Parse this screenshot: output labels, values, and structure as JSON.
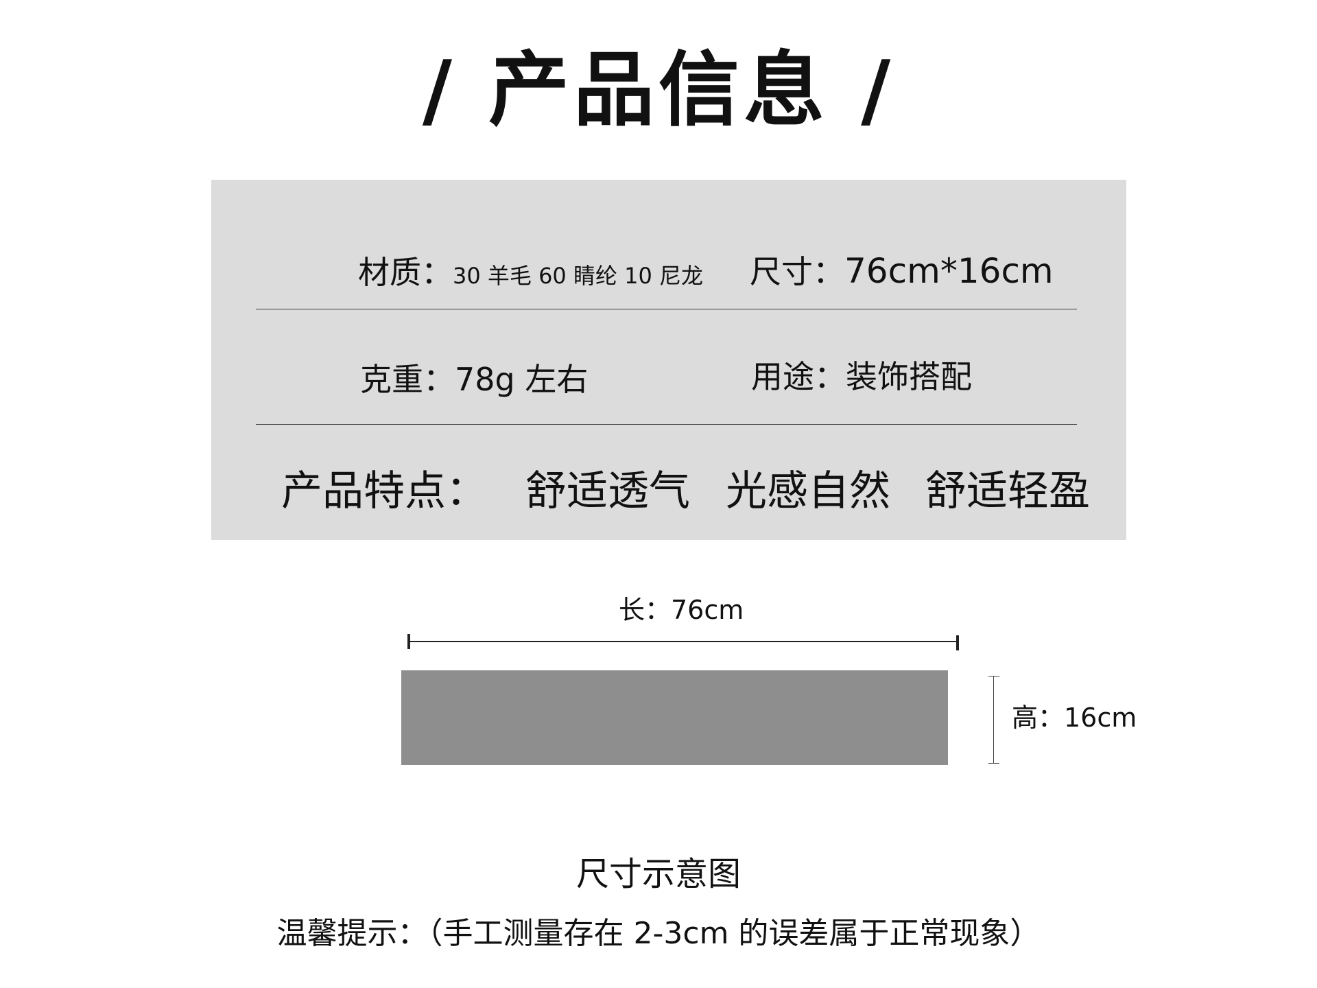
{
  "title": "/ 产品信息 /",
  "info": {
    "material_label": "材质：",
    "material_value": "30 羊毛 60 睛纶 10 尼龙",
    "size_label": "尺寸：",
    "size_value": "76cm*16cm",
    "weight_label": "克重：",
    "weight_value": "78g 左右",
    "usage_label": "用途：",
    "usage_value": "装饰搭配"
  },
  "features": {
    "label": "产品特点：",
    "items": [
      "舒适透气",
      "光感自然",
      "舒适轻盈"
    ]
  },
  "diagram": {
    "length_label": "长：76cm",
    "height_label": "高：16cm",
    "caption": "尺寸示意图",
    "scarf_color": "#8f8e8f"
  },
  "tip": "温馨提示：（手工测量存在 2-3cm 的误差属于正常现象）",
  "colors": {
    "panel_background": "#dcdcdc",
    "text": "#111111"
  }
}
